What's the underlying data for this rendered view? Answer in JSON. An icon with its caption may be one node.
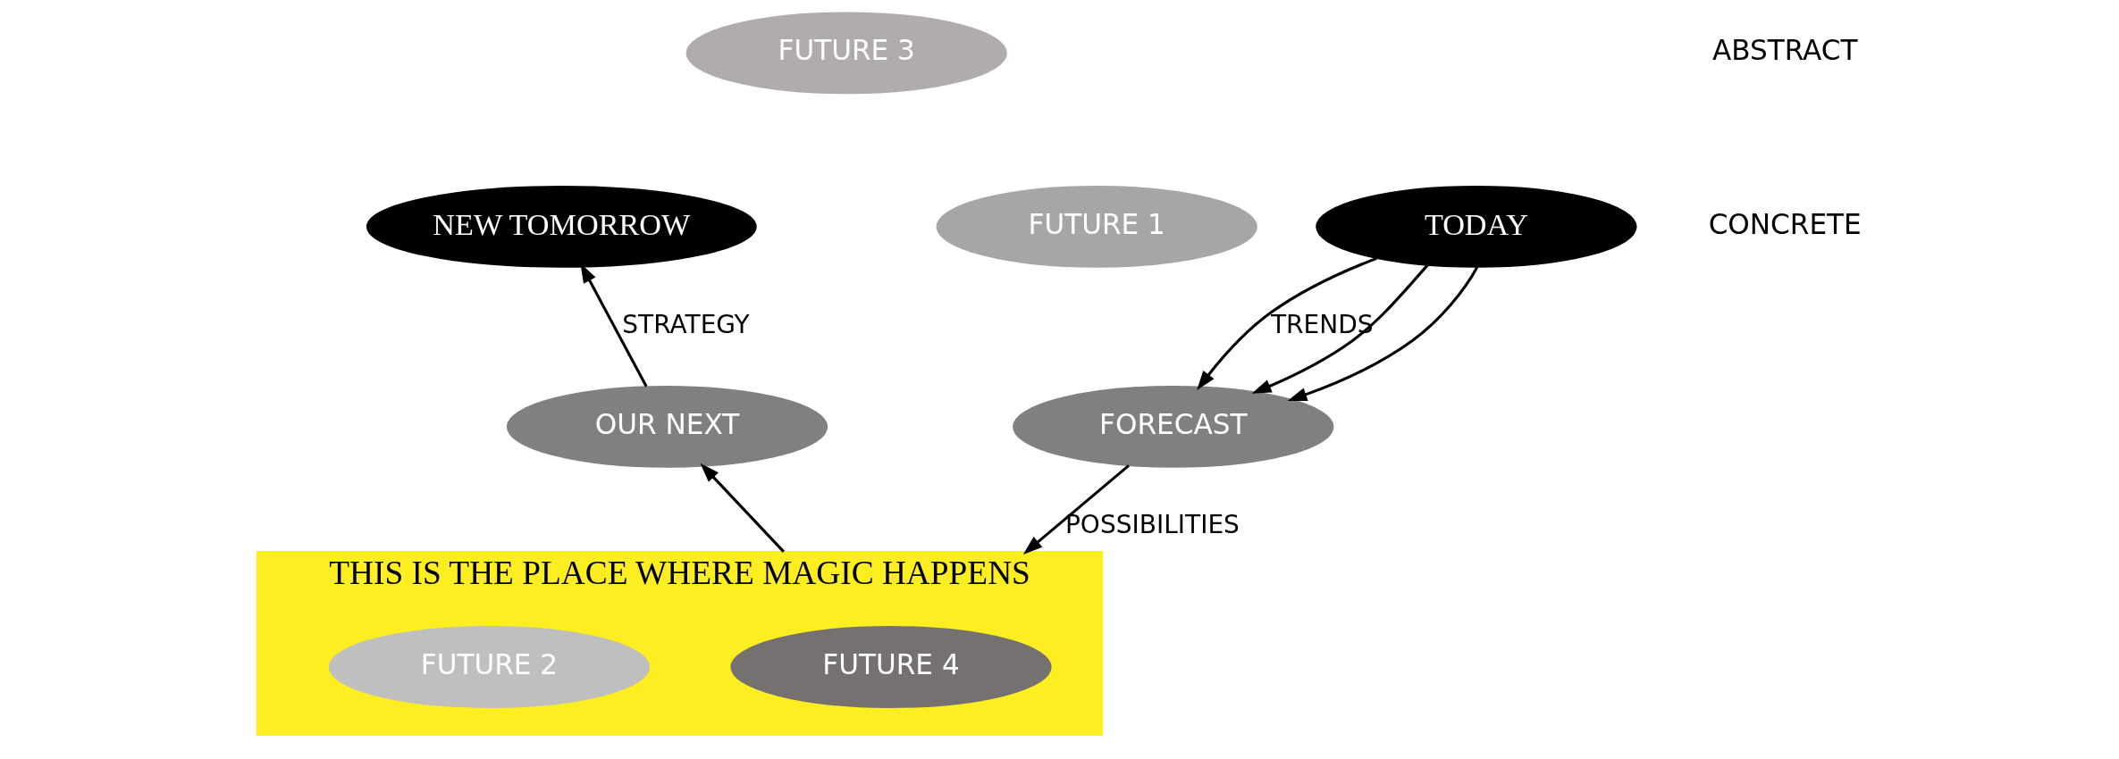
{
  "diagram": {
    "nodes": [
      {
        "text": [
          "THIS IS THE PLACE WHERE MAGIC HAPPENS"
        ]
      },
      {
        "text": [
          "FUTURE 3"
        ]
      },
      {
        "text": [
          "FUTURE 1"
        ]
      },
      {
        "text": [
          "FUTURE 4"
        ],
        "in": 0
      },
      {
        "text": [
          "FUTURE 2"
        ],
        "in": 0
      },
      {
        "text": [
          "FORECAST"
        ]
      },
      {
        "text": [
          "OUR NEXT"
        ]
      },
      {
        "text": [
          "TODAY"
        ]
      },
      {
        "text": [
          "NEW TOMORROW"
        ]
      }
    ],
    "edges": [
      {
        "from": 7,
        "to": 5,
        "arrow": "to",
        "label": "TRENDS"
      },
      {
        "from": 7,
        "to": 5,
        "arrow": "to"
      },
      {
        "from": 7,
        "to": 5,
        "arrow": "to"
      },
      {
        "from": 5,
        "to": 0,
        "arrow": "to",
        "label": "POSSIBILITIES"
      },
      {
        "from": 0,
        "to": 6,
        "arrow": "to"
      },
      {
        "from": 6,
        "to": 8,
        "arrow": "to",
        "label": "STRATEGY"
      }
    ],
    "labels": [
      "ABSTRACT",
      "CONCRETE"
    ]
  }
}
